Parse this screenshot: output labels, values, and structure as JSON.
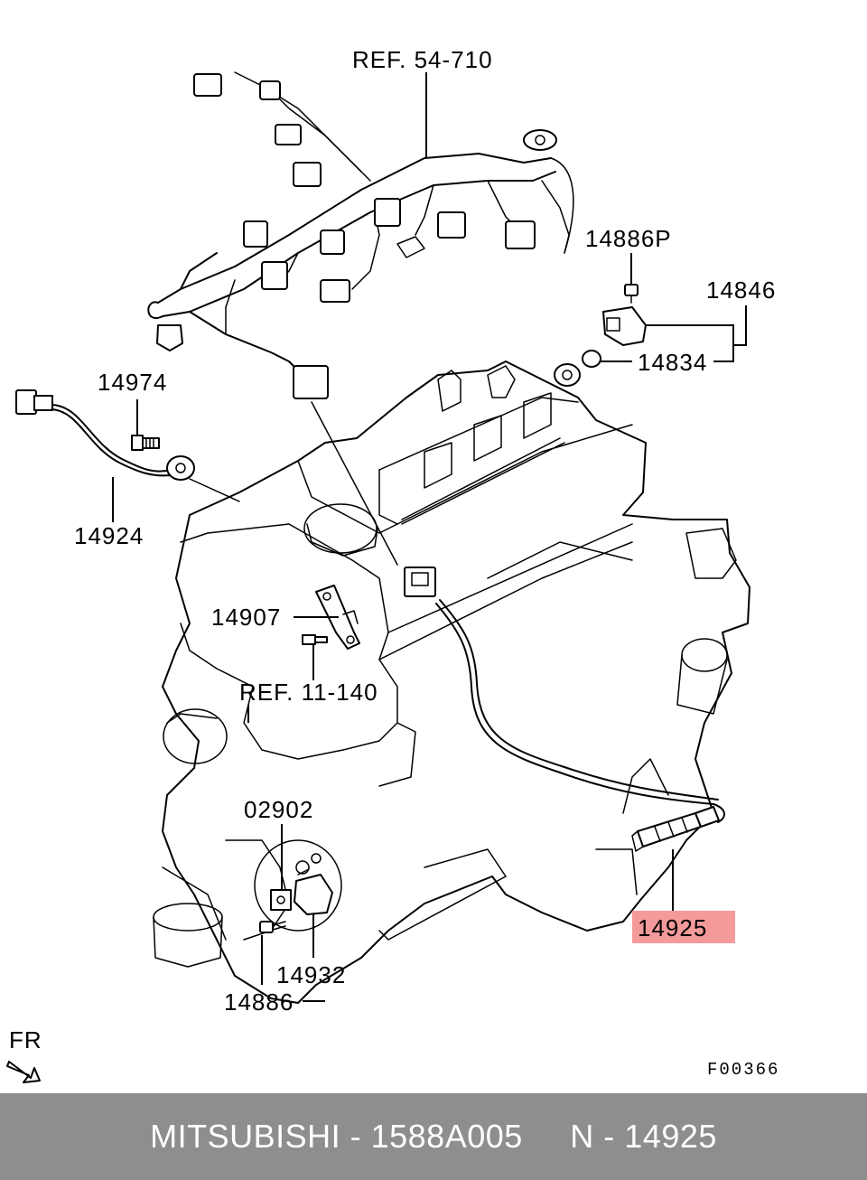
{
  "labels": {
    "ref_54_710": "REF. 54-710",
    "p14886P": "14886P",
    "p14846": "14846",
    "p14834": "14834",
    "p14974": "14974",
    "p14924": "14924",
    "p14907": "14907",
    "ref_11_140": "REF. 11-140",
    "p02902": "02902",
    "p14932": "14932",
    "p14886": "14886",
    "p14925": "14925",
    "fr": "FR",
    "figure_code": "F00366"
  },
  "highlight": {
    "part": "14925",
    "color": "#f59a9a"
  },
  "footer": {
    "text": "MITSUBISHI - 1588A005     N - 14925",
    "background": "#8e8e8e",
    "color": "#ffffff"
  }
}
